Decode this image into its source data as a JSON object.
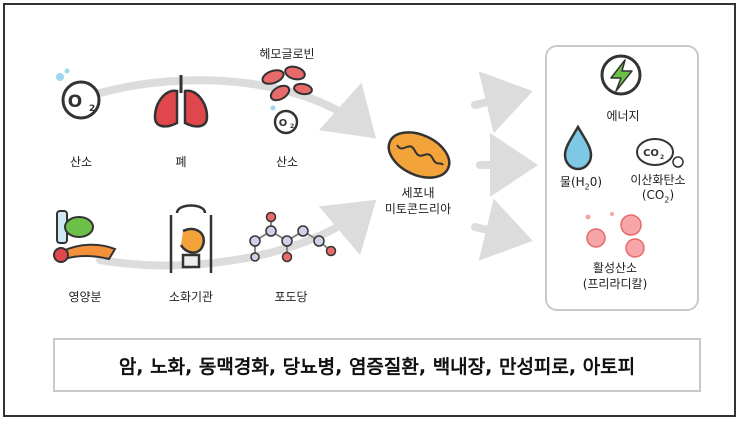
{
  "inputs": {
    "oxygen": "산소",
    "lung": "폐",
    "hemoglobin": "헤모글로빈",
    "oxygen2": "산소",
    "nutrients": "영양분",
    "digestive": "소화기관",
    "glucose": "포도당"
  },
  "center": {
    "line1": "세포내",
    "line2": "미토콘드리아"
  },
  "outputs": {
    "energy": "에너지",
    "water": "물(H",
    "water_sub": "2",
    "water_end": "0)",
    "co2_line1": "이산화탄소",
    "co2_line2a": "(CO",
    "co2_sub": "2",
    "co2_line2b": ")",
    "ros_line1": "활성산소",
    "ros_line2": "(프리라디칼)"
  },
  "icons": {
    "o2_badge": "O",
    "o2_badge_sub": "2",
    "co2_bubble": "CO",
    "co2_bubble_sub": "2"
  },
  "diseases": "암, 노화, 동맥경화, 당뇨병, 염증질환, 백내장, 만성피로, 아토피",
  "colors": {
    "arrow": "#dcdcdc",
    "lung": "#e0474c",
    "blood_cell": "#e86a6a",
    "mitochondria": "#f2a33a",
    "energy": "#6cc04a",
    "water": "#7ec8e3",
    "ros": "#f6a5a8",
    "outline": "#333333"
  }
}
